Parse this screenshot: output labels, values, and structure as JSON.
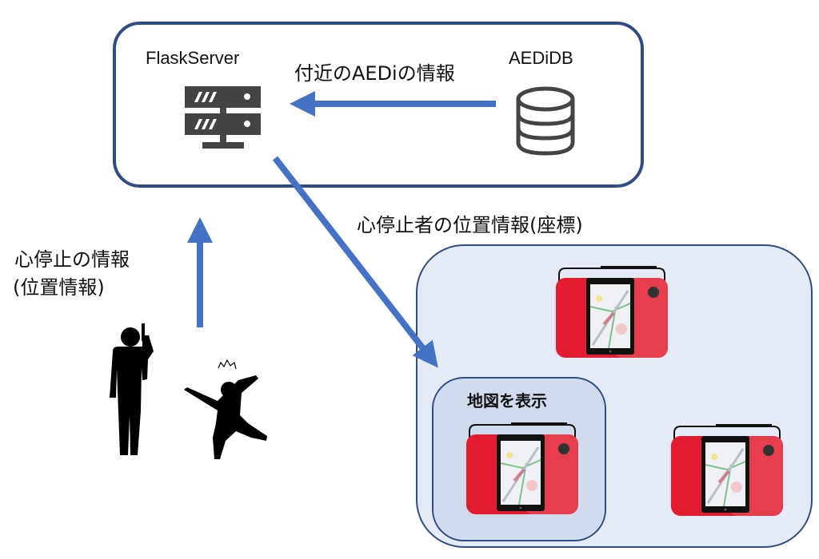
{
  "server": {
    "label": "FlaskServer",
    "icon": "server-icon"
  },
  "database": {
    "label": "AEDiDB",
    "icon": "database-icon"
  },
  "edges": {
    "db_to_server": "付近のAEDiの情報",
    "server_to_aed": "心停止者の位置情報(座標)",
    "user_to_server_line1": "心停止の情報",
    "user_to_server_line2": "(位置情報)"
  },
  "aed_group": {
    "highlight_label": "地図を表示",
    "devices": [
      {
        "name": "aed-device-top",
        "icon": "aed-tablet-icon"
      },
      {
        "name": "aed-device-selected",
        "icon": "aed-tablet-icon",
        "highlighted": true
      },
      {
        "name": "aed-device-right",
        "icon": "aed-tablet-icon"
      }
    ]
  },
  "people": [
    {
      "role": "caller",
      "icon": "person-phone-icon"
    },
    {
      "role": "collapsed-person",
      "icon": "person-collapse-icon"
    }
  ],
  "colors": {
    "arrow": "#4472c4",
    "box_border": "#2f4d85",
    "aed_red": "#e31b2f",
    "icon_gray": "#444444"
  }
}
